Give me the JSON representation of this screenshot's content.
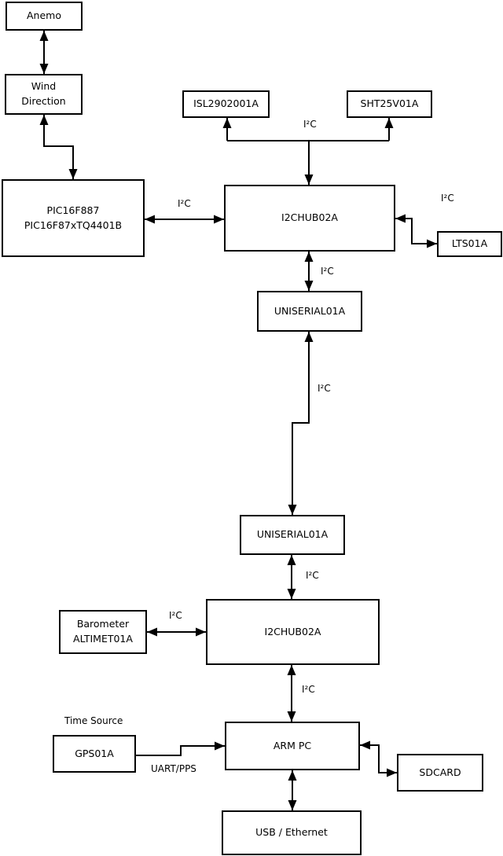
{
  "diagram": {
    "background_color": "#ffffff",
    "stroke_color": "#000000",
    "nodes": {
      "anemo": {
        "label": "Anemo"
      },
      "wind_direction": {
        "line1": "Wind",
        "line2": "Direction"
      },
      "pic": {
        "line1": "PIC16F887",
        "line2": "PIC16F87xTQ4401B"
      },
      "isl": {
        "label": "ISL2902001A"
      },
      "sht": {
        "label": "SHT25V01A"
      },
      "i2c_hub_1": {
        "label": "I2CHUB02A"
      },
      "lts": {
        "label": "LTS01A"
      },
      "uniserial_1": {
        "label": "UNISERIAL01A"
      },
      "uniserial_2": {
        "label": "UNISERIAL01A"
      },
      "i2c_hub_2": {
        "label": "I2CHUB02A"
      },
      "barometer": {
        "line1": "Barometer",
        "line2": "ALTIMET01A"
      },
      "gps": {
        "label": "GPS01A"
      },
      "arm_pc": {
        "label": "ARM PC"
      },
      "sdcard": {
        "label": "SDCARD"
      },
      "usb_ethernet": {
        "label": "USB / Ethernet"
      }
    },
    "labels": {
      "time_source": "Time Source",
      "uart_pps": "UART/PPS",
      "i2c_sensor_bus": "I²C",
      "i2c_pic_hub1": "I²C",
      "i2c_hub1_lts": "I²C",
      "i2c_hub1_uniserial1": "I²C",
      "i2c_uniserial_link": "I²C",
      "i2c_uniserial2_hub2": "I²C",
      "i2c_barometer_hub2": "I²C",
      "i2c_hub2_armpc": "I²C"
    }
  }
}
